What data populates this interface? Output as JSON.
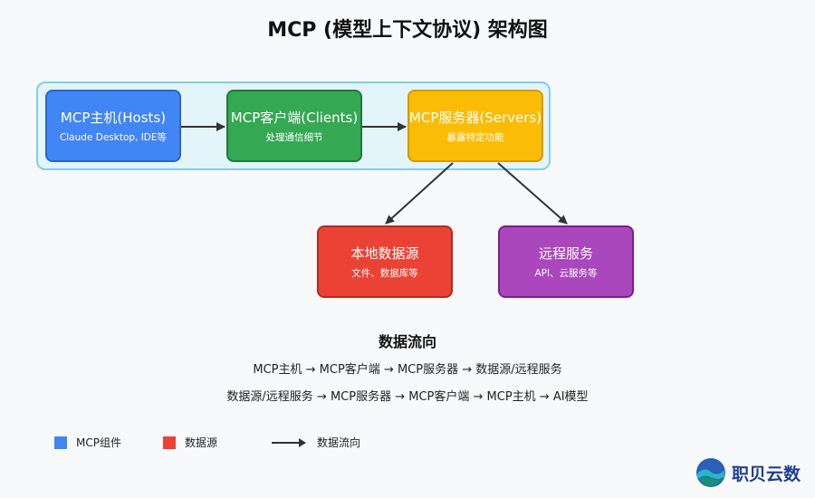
{
  "title": "MCP (模型上下文协议) 架构图",
  "nodes": {
    "host": {
      "title": "MCP主机(Hosts)",
      "subtitle": "Claude Desktop, IDE等",
      "color": "#4285f4"
    },
    "client": {
      "title": "MCP客户端(Clients)",
      "subtitle": "处理通信细节",
      "color": "#34a853"
    },
    "server": {
      "title": "MCP服务器(Servers)",
      "subtitle": "暴露特定功能",
      "color": "#fbbc05"
    },
    "local": {
      "title": "本地数据源",
      "subtitle": "文件、数据库等",
      "color": "#ea4335"
    },
    "remote": {
      "title": "远程服务",
      "subtitle": "API、云服务等",
      "color": "#ab47bc"
    }
  },
  "flow": {
    "title": "数据流向",
    "line1": "MCP主机 → MCP客户端 → MCP服务器 → 数据源/远程服务",
    "line2": "数据源/远程服务 → MCP服务器 → MCP客户端 → MCP主机 → AI模型"
  },
  "legend": [
    {
      "label": "MCP组件",
      "color": "#4285f4"
    },
    {
      "label": "数据源",
      "color": "#ea4335"
    },
    {
      "label": "数据流向",
      "icon": "arrow-icon"
    }
  ],
  "logo": {
    "text": "职贝云数"
  }
}
